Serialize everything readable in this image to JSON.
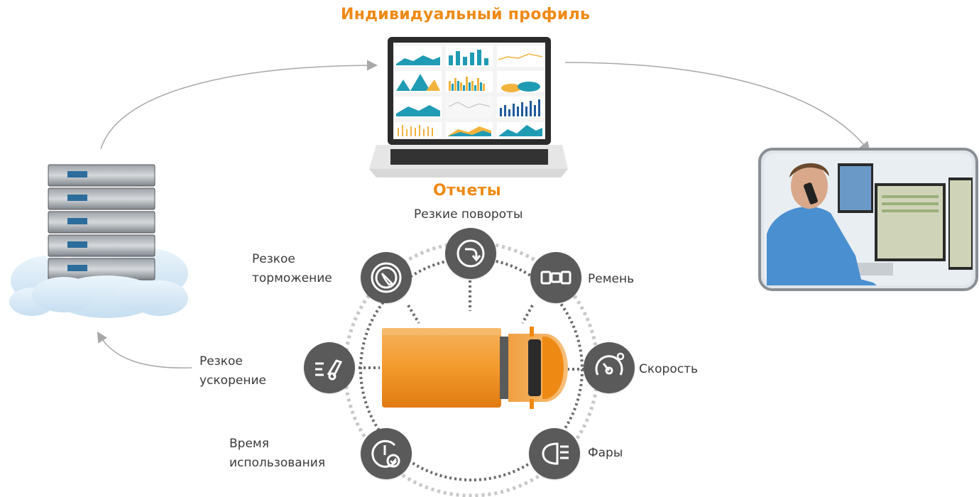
{
  "diagram": {
    "title": "Индивидуальный профиль",
    "reports_title": "Отчеты",
    "reports": [
      {
        "id": "sharp-turns",
        "label": "Резкие повороты"
      },
      {
        "id": "seatbelt",
        "label": "Ремень"
      },
      {
        "id": "speed",
        "label": "Скорость"
      },
      {
        "id": "headlights",
        "label": "Фары"
      },
      {
        "id": "usage-time",
        "label_lines": [
          "Время",
          "использования"
        ]
      },
      {
        "id": "acceleration",
        "label_lines": [
          "Резкое",
          "ускорение"
        ]
      },
      {
        "id": "braking",
        "label_lines": [
          "Резкое",
          "торможение"
        ]
      }
    ],
    "nodes": [
      {
        "id": "server-cloud",
        "icon": "server-cloud-icon"
      },
      {
        "id": "laptop",
        "icon": "laptop-dashboard-icon"
      },
      {
        "id": "operator",
        "icon": "operator-photo"
      },
      {
        "id": "truck",
        "icon": "truck-icon"
      }
    ],
    "colors": {
      "accent": "#ee8a14",
      "circle": "#5a5a5a",
      "truck_body": "#f39a2c",
      "arrow": "#a8a8a8"
    }
  }
}
